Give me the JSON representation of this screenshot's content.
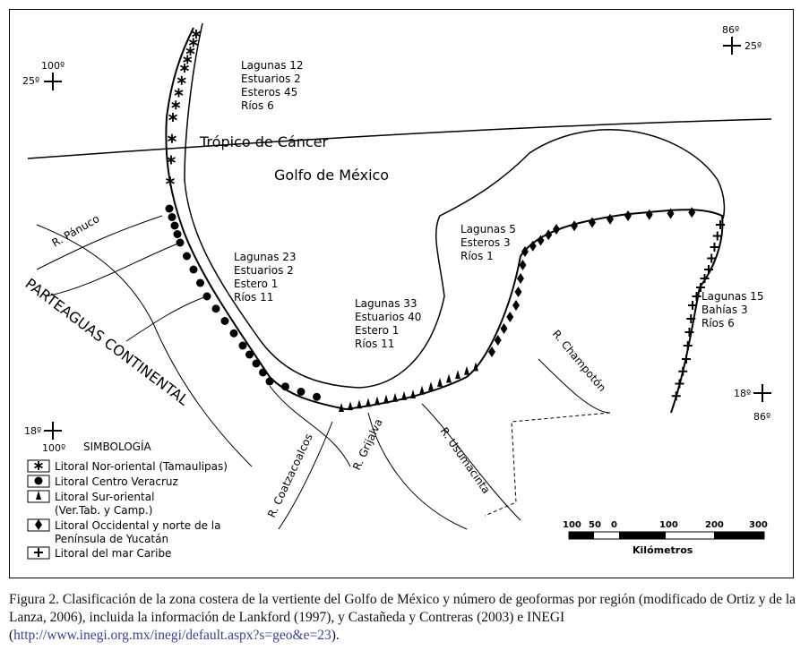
{
  "map": {
    "coords": {
      "lon100_top": "100º",
      "lat25_left": "25º",
      "lon86_top": "86º",
      "lat25_right": "25º",
      "lat18_left": "18º",
      "lon100_bottom": "100º",
      "lat18_right": "18º",
      "lon86_bottom": "86º"
    },
    "tropic": "Trópico de Cáncer",
    "gulf": "Golfo de México",
    "divide": "PARTEAGUAS CONTINENTAL",
    "rivers": {
      "panuco": "R. Pánuco",
      "coatzacoalcos": "R. Coatzacoalcos",
      "grijalva": "R. Grijalva",
      "usumacinta": "R. Usumacinta",
      "champoton": "R. Champotón"
    },
    "regions": [
      [
        "Lagunas 12",
        "Estuarios 2",
        "Esteros 45",
        "Ríos 6"
      ],
      [
        "Lagunas 23",
        "Estuarios 2",
        "Estero 1",
        "Ríos 11"
      ],
      [
        "Lagunas 33",
        "Estuarios 40",
        "Estero 1",
        "Ríos 11"
      ],
      [
        "Lagunas 5",
        "Esteros 3",
        "Ríos 1"
      ],
      [
        "Lagunas 15",
        "Bahías 3",
        "Ríos 6"
      ]
    ],
    "legend": {
      "title": "SIMBOLOGÍA",
      "items": [
        "Litoral Nor-oriental (Tamaulipas)",
        "Litoral Centro Veracruz",
        "Litoral Sur-oriental",
        "(Ver.Tab. y Camp.)",
        "Litoral Occidental y norte de la",
        "Península de Yucatán",
        "Litoral del mar Caribe"
      ]
    },
    "scale": {
      "ticks": [
        "100",
        "50",
        "0",
        "100",
        "200",
        "300"
      ],
      "unit": "Kilómetros"
    }
  },
  "caption": {
    "text": "Figura 2. Clasificación de la zona costera de la vertiente del Golfo de México y número de geoformas  por región (modificado de Ortiz y de la Lanza, 2006), incluida la información de Lankford (1997), y Castañeda y Contreras (2003) e INEGI (",
    "link": "http://www.inegi.org.mx/inegi/default.aspx?s=geo&e=23",
    "end": ")."
  }
}
